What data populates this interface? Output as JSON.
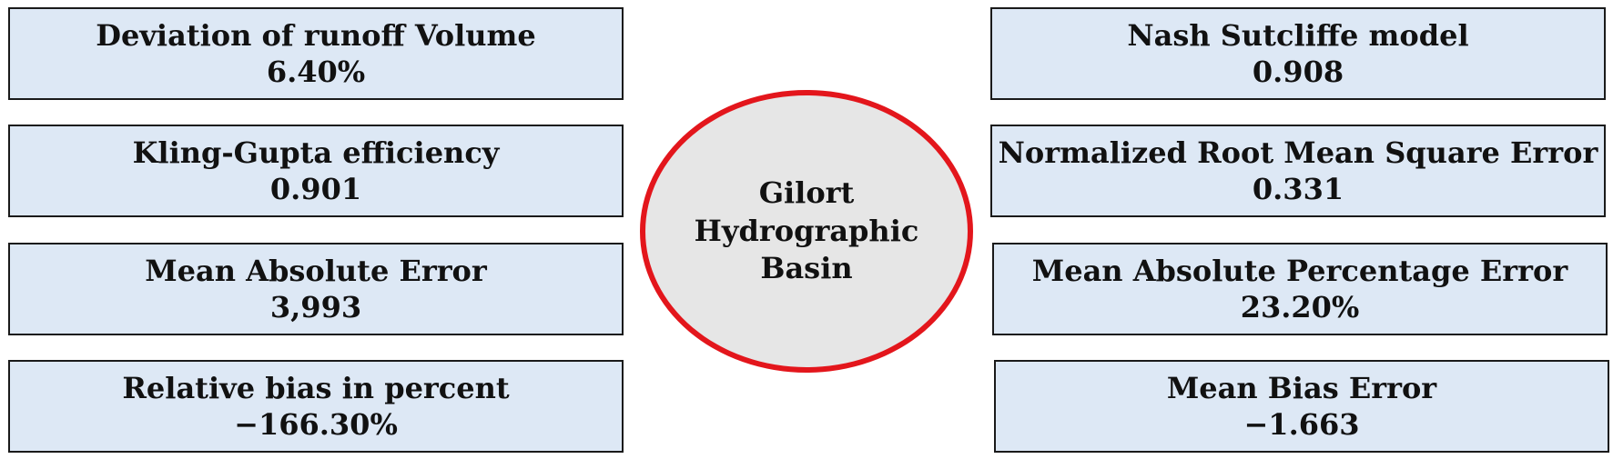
{
  "center": {
    "line1": "Gilort",
    "line2": "Hydrographic",
    "line3": "Basin",
    "border_color": "#e3161c",
    "fill_color": "#e6e6e6"
  },
  "box_fill_color": "#dde8f5",
  "left_metrics": [
    {
      "name": "Deviation of runoff Volume",
      "value": "6.40%"
    },
    {
      "name": "Kling-Gupta efficiency",
      "value": "0.901"
    },
    {
      "name": "Mean Absolute Error",
      "value": "3,993"
    },
    {
      "name": "Relative bias in percent",
      "value": "−166.30%"
    }
  ],
  "right_metrics": [
    {
      "name": "Nash Sutcliffe model",
      "value": "0.908"
    },
    {
      "name": "Normalized Root Mean Square Error",
      "value": "0.331"
    },
    {
      "name": "Mean Absolute Percentage Error",
      "value": "23.20%"
    },
    {
      "name": "Mean Bias Error",
      "value": "−1.663"
    }
  ]
}
